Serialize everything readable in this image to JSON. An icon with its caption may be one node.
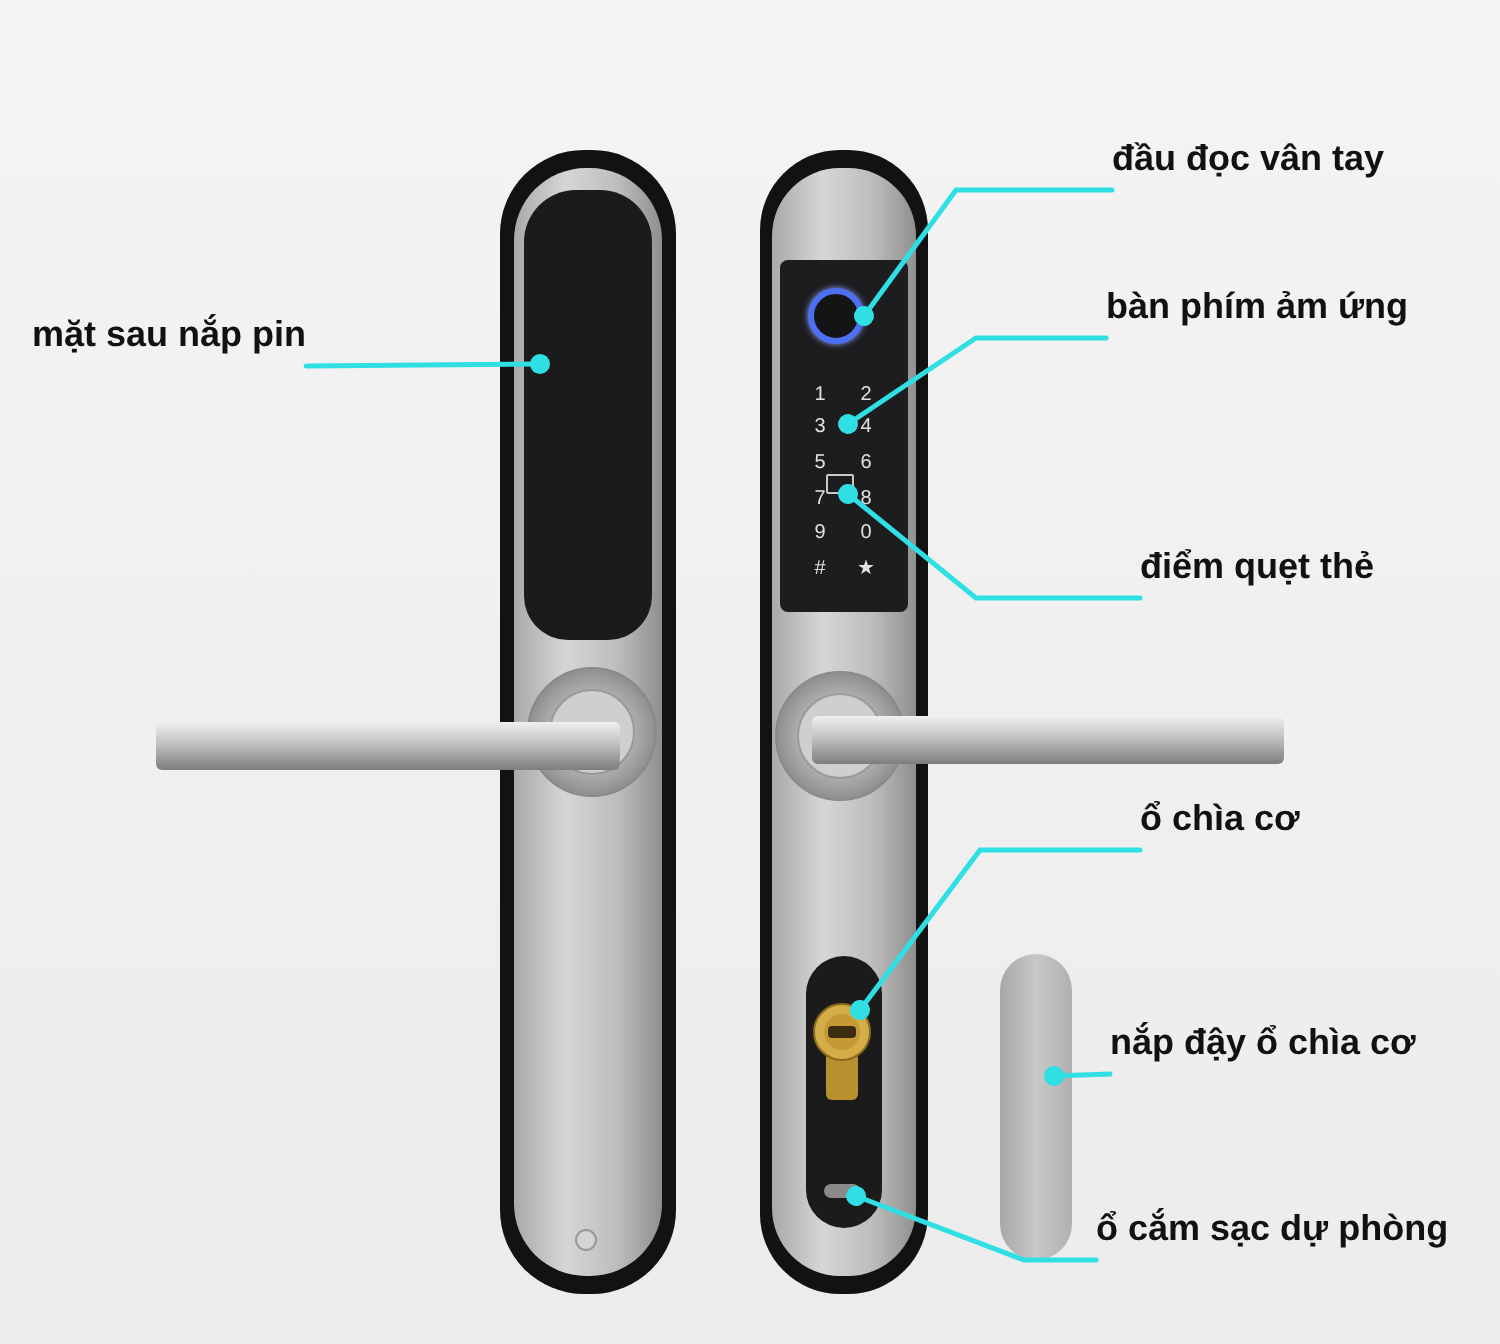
{
  "diagram": {
    "nodes": [
      {
        "text": [
          "mặt sau nắp pin"
        ]
      },
      {
        "text": [
          "đầu đọc vân tay"
        ]
      },
      {
        "text": [
          "bàn phím ảm ứng"
        ]
      },
      {
        "text": [
          "điểm quẹt thẻ"
        ]
      },
      {
        "text": [
          "ổ chìa cơ"
        ]
      },
      {
        "text": [
          "nắp đậy ổ chìa cơ"
        ]
      },
      {
        "text": [
          "ổ cắm sạc dự phòng"
        ]
      },
      {
        "text": [],
        "shape": "box"
      },
      {
        "text": [],
        "shape": "box"
      },
      {
        "text": [],
        "shape": "circle",
        "in": 8
      },
      {
        "text": [],
        "shape": "box",
        "in": 8
      },
      {
        "text": [],
        "shape": "picture"
      },
      {
        "text": [],
        "shape": "box"
      },
      {
        "text": [],
        "shape": "bar"
      }
    ],
    "edges": [
      {
        "from": 0,
        "to": 7,
        "arrow": "other"
      },
      {
        "from": 1,
        "to": 9,
        "arrow": "other"
      },
      {
        "from": 2,
        "to": 8,
        "arrow": "other"
      },
      {
        "from": 3,
        "to": 10,
        "arrow": "other"
      },
      {
        "from": 4,
        "to": 11,
        "arrow": "other"
      },
      {
        "from": 5,
        "to": 13,
        "arrow": "other"
      },
      {
        "from": 6,
        "to": 12,
        "arrow": "other"
      }
    ],
    "labels": [
      "1",
      "2",
      "3",
      "4",
      "5",
      "6",
      "7",
      "8",
      "9",
      "0",
      "#",
      "★"
    ]
  }
}
